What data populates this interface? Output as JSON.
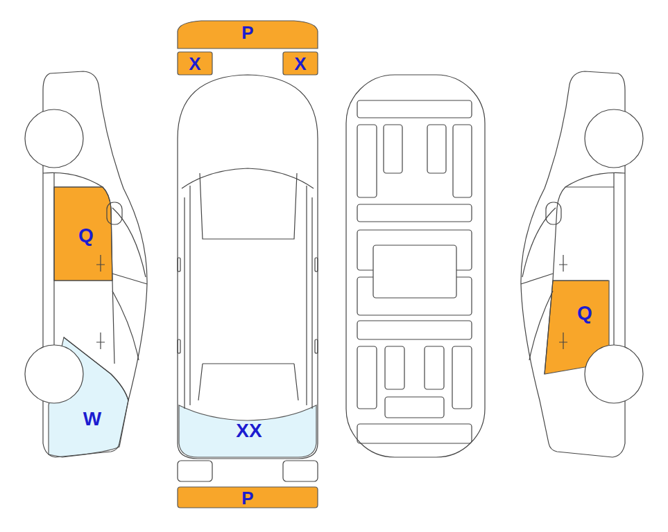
{
  "diagram": {
    "nodes": [
      {
        "text": [
          "P"
        ]
      },
      {
        "text": [
          "X"
        ]
      },
      {
        "text": [
          "X"
        ]
      },
      {
        "text": [
          "Q"
        ]
      },
      {
        "text": [
          "Q"
        ]
      },
      {
        "text": [
          "W"
        ]
      },
      {
        "text": [
          "XX"
        ]
      },
      {
        "text": [
          "P"
        ]
      }
    ]
  }
}
